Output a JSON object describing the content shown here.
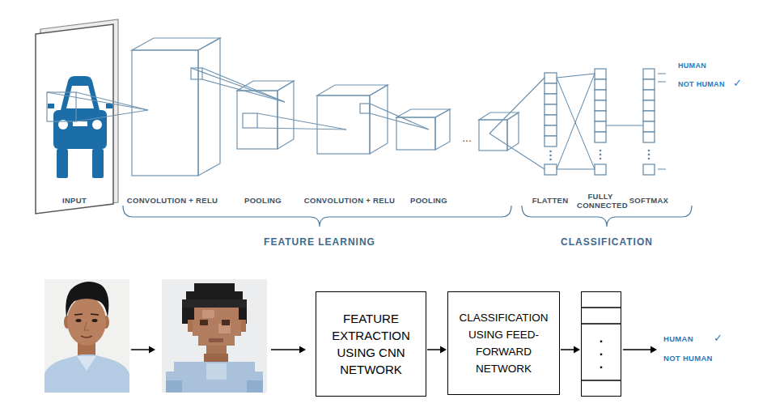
{
  "diagram": {
    "nodes": [
      {
        "text": [
          "FEATURE EXTRACTION USING CNN NETWORK"
        ]
      },
      {
        "text": [
          "CLASSIFICATION USING FEED-FORWARD NETWORK"
        ]
      },
      {
        "text": [
          ".",
          ".",
          "."
        ]
      }
    ],
    "edges": [
      {
        "from": 0,
        "to": 1,
        "arrow": "to"
      },
      {
        "from": 1,
        "to": 2,
        "arrow": "to"
      }
    ],
    "labels": [
      "INPUT",
      "CONVOLUTION + RELU",
      "POOLING",
      "CONVOLUTION + RELU",
      "POOLING",
      "...",
      "FLATTEN",
      "FULLY CONNECTED",
      "SOFTMAX",
      "FEATURE LEARNING",
      "CLASSIFICATION",
      "HUMAN",
      "NOT HUMAN",
      "✓",
      "HUMAN",
      "✓",
      "NOT HUMAN"
    ]
  }
}
